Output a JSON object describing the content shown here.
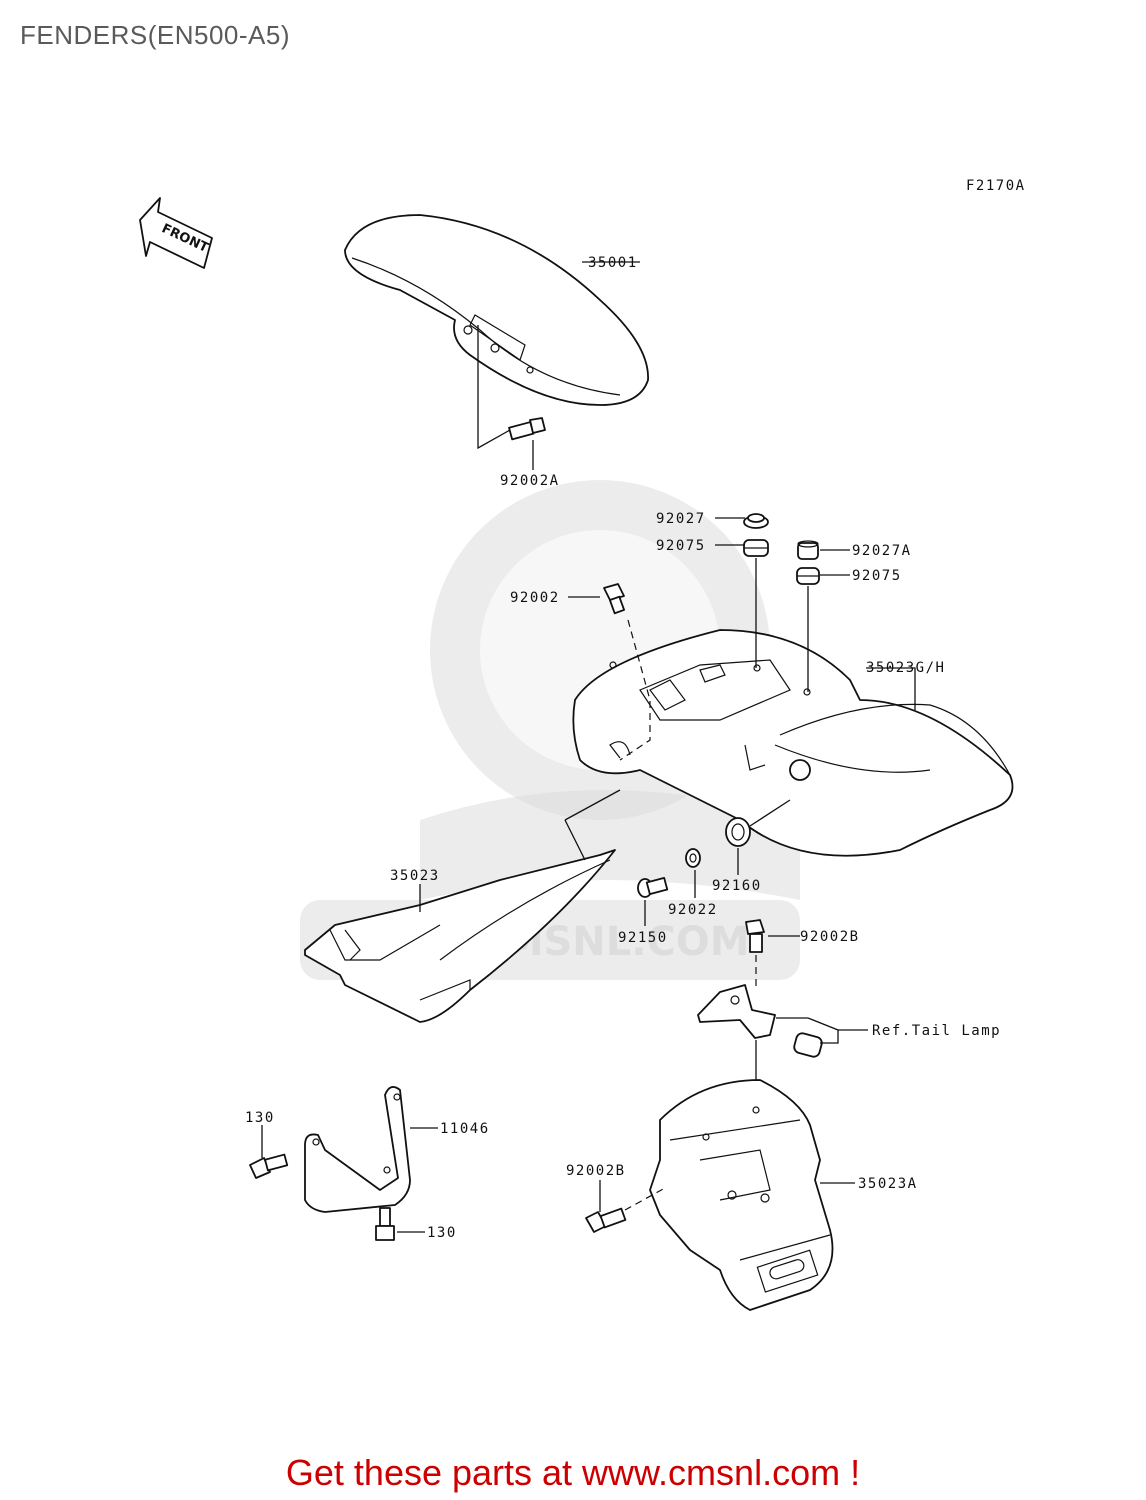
{
  "title": "FENDERS(EN500-A5)",
  "figure_code": "F2170A",
  "front_arrow_text": "FRONT",
  "watermark_text": "WWW.CMSNL.COM",
  "parts": {
    "p35001": "35001",
    "p92002A": "92002A",
    "p92027": "92027",
    "p92075a": "92075",
    "p92027A": "92027A",
    "p92075b": "92075",
    "p92002": "92002",
    "p35023GH": "35023G/H",
    "p35023": "35023",
    "p92160": "92160",
    "p92022": "92022",
    "p92150": "92150",
    "p92002Ba": "92002B",
    "refTailLamp": "Ref.Tail Lamp",
    "p130a": "130",
    "p11046": "11046",
    "p130b": "130",
    "p92002Bb": "92002B",
    "p35023A": "35023A"
  },
  "footer": "Get these parts at www.cmsnl.com !",
  "colors": {
    "footer": "#cc0000",
    "title": "#5a5a5a"
  }
}
